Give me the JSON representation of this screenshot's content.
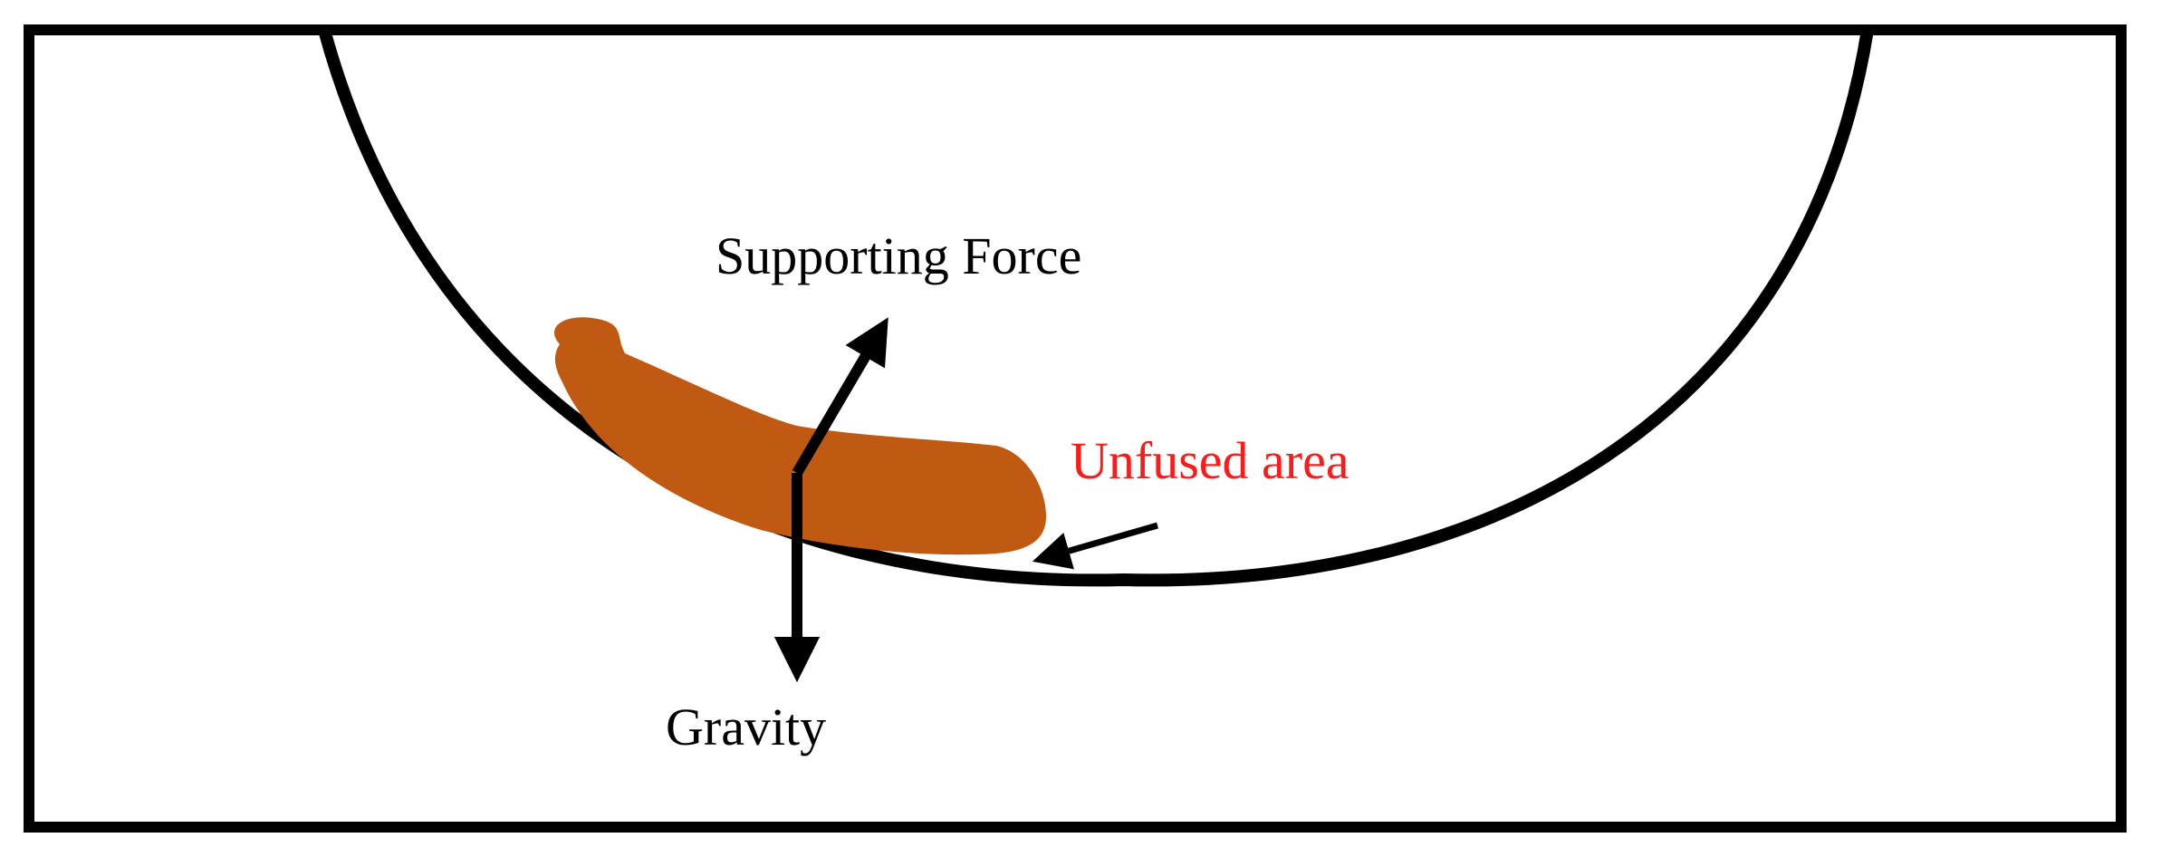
{
  "labels": {
    "supporting_force": "Supporting Force",
    "gravity": "Gravity",
    "unfused_area": "Unfused area"
  },
  "colors": {
    "frame": "#000000",
    "bowl": "#000000",
    "particle": "#c05a12",
    "arrows": "#000000",
    "unfused_label": "#ff1a1a",
    "text": "#000000"
  }
}
